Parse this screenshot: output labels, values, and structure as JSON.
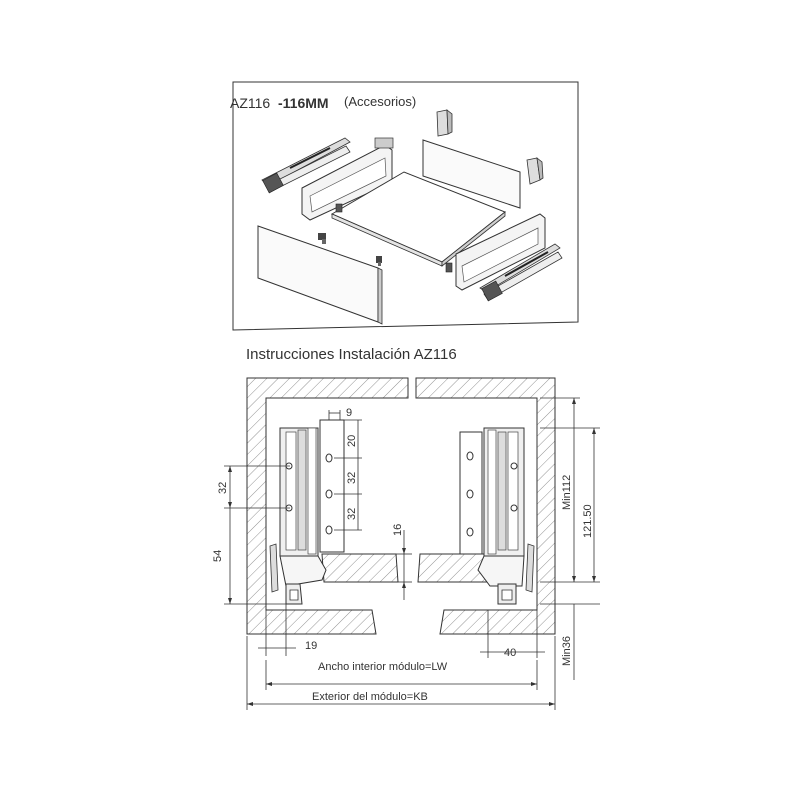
{
  "accessories_panel": {
    "title_model": "AZ116",
    "title_size": "-116MM",
    "title_note": "(Accesorios)"
  },
  "instructions": {
    "title": "Instrucciones Instalación AZ116"
  },
  "dimensions": {
    "hole_offset": "9",
    "hole_top": "20",
    "hole_pitch_1": "32",
    "hole_pitch_2": "32",
    "left_vertical_32": "32",
    "left_height_54": "54",
    "gap_16": "16",
    "side_19": "19",
    "side_40": "40",
    "min_112": "Min112",
    "height_121_50": "121.50",
    "min_36": "Min36",
    "inner_width": "Ancho interior módulo=LW",
    "outer_width": "Exterior del módulo=KB"
  }
}
